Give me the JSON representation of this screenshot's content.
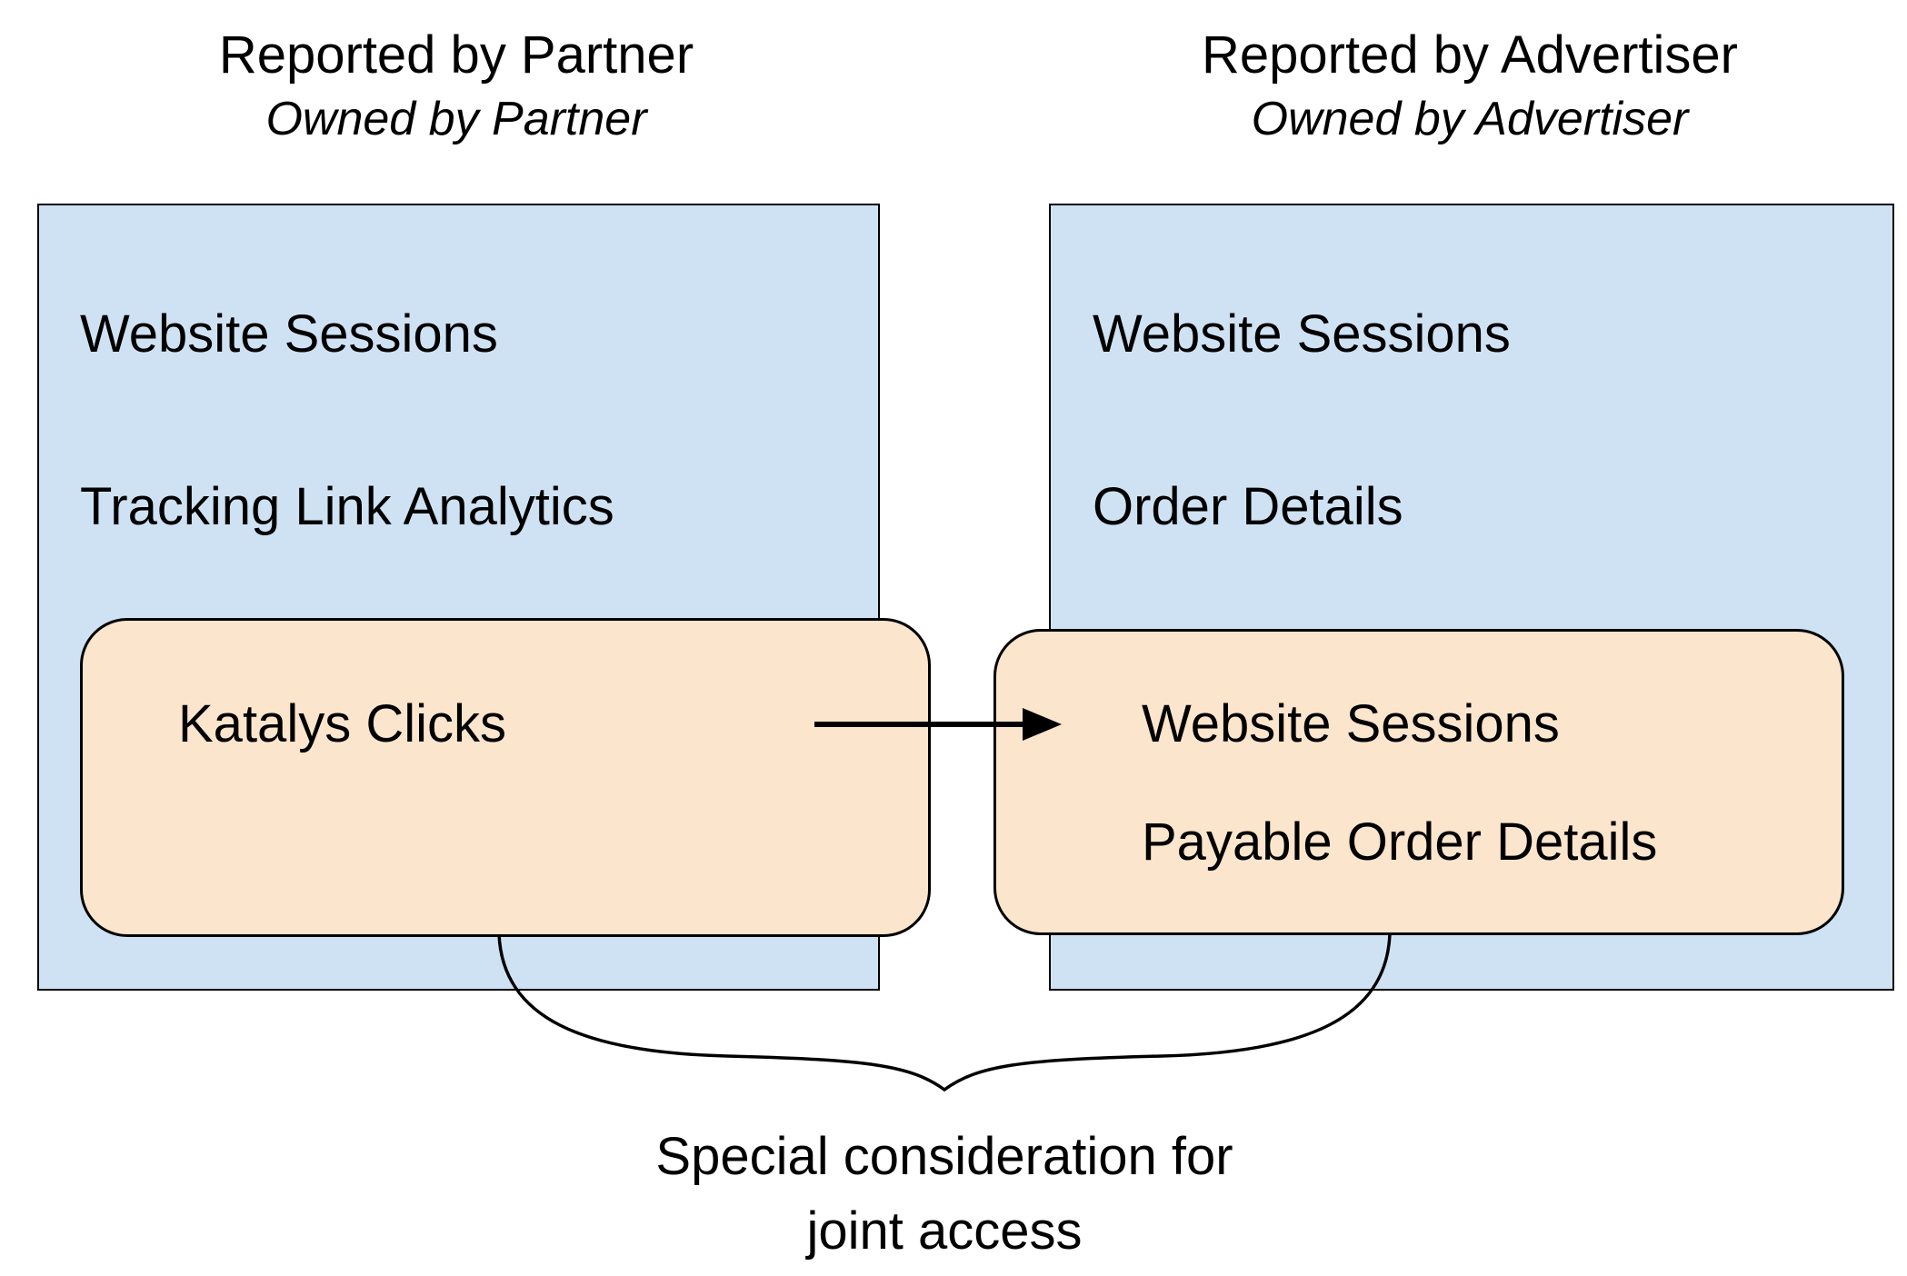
{
  "diagram": {
    "left": {
      "title": "Reported by Partner",
      "subtitle": "Owned by Partner",
      "items": [
        "Website Sessions",
        "Tracking Link Analytics"
      ],
      "highlight_items": [
        "Katalys Clicks"
      ]
    },
    "right": {
      "title": "Reported by Advertiser",
      "subtitle": "Owned by Advertiser",
      "items": [
        "Website Sessions",
        "Order Details"
      ],
      "highlight_items": [
        "Website Sessions",
        "Payable Order Details"
      ]
    },
    "caption": {
      "line1": "Special consideration for",
      "line2": "joint access"
    },
    "colors": {
      "panel_fill": "#cfe2f3",
      "panel_stroke": "#000000",
      "highlight_fill": "#fce5cd",
      "highlight_stroke": "#000000",
      "connector": "#000000",
      "text": "#000000",
      "background": "#ffffff"
    }
  }
}
